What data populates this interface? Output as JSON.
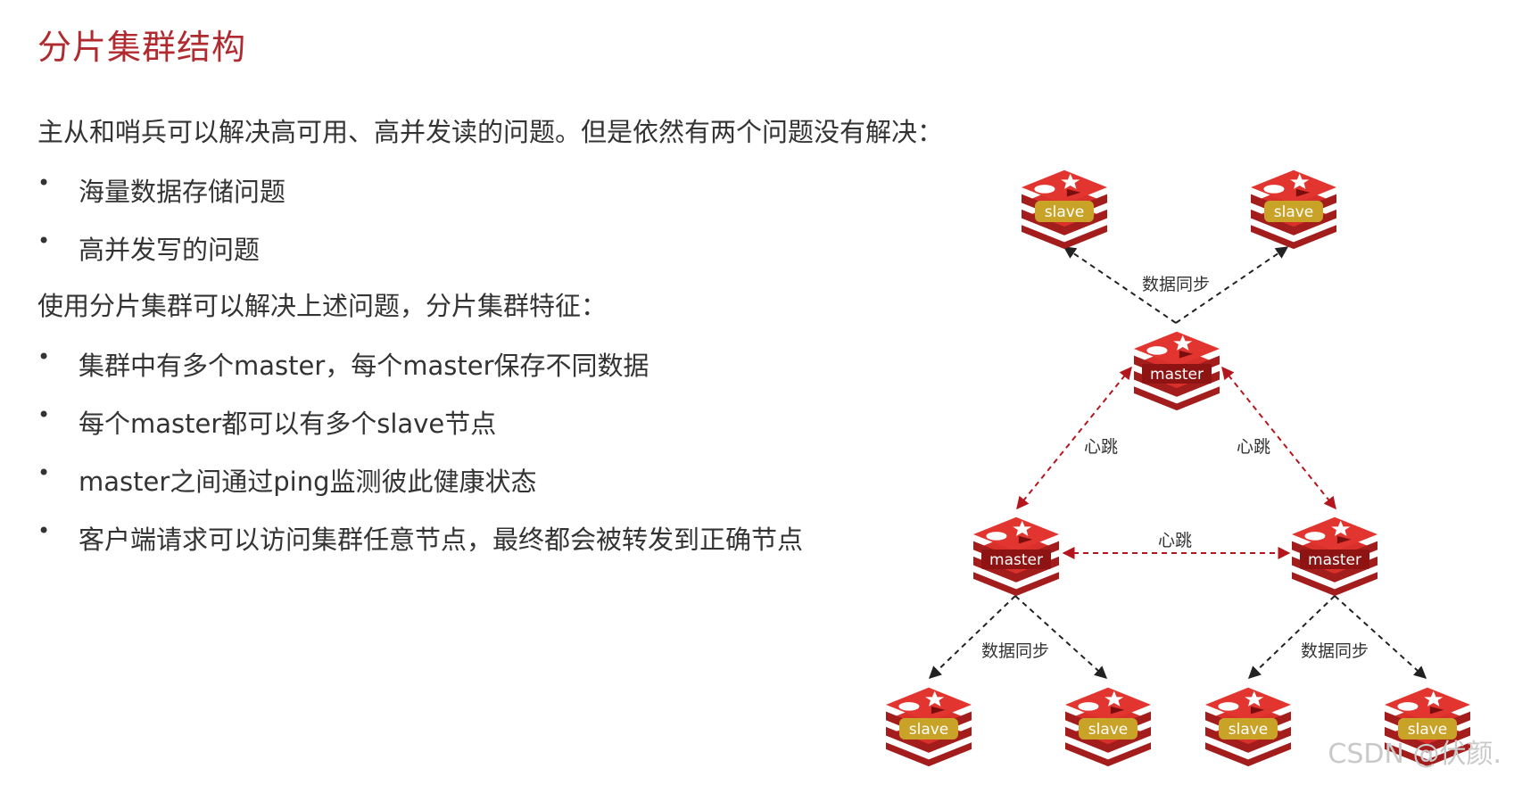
{
  "title": "分片集群结构",
  "intro": "主从和哨兵可以解决高可用、高并发读的问题。但是依然有两个问题没有解决：",
  "problems": [
    "海量数据存储问题",
    "高并发写的问题"
  ],
  "subhead": "使用分片集群可以解决上述问题，分片集群特征：",
  "features": [
    "集群中有多个master，每个master保存不同数据",
    "每个master都可以有多个slave节点",
    "master之间通过ping监测彼此健康状态",
    "客户端请求可以访问集群任意节点，最终都会被转发到正确节点"
  ],
  "diagram": {
    "nodes": {
      "top_slave_left": "slave",
      "top_slave_right": "slave",
      "master_top": "master",
      "master_left": "master",
      "master_right": "master",
      "slave_ll": "slave",
      "slave_lr": "slave",
      "slave_rl": "slave",
      "slave_rr": "slave"
    },
    "labels": {
      "sync_top": "数据同步",
      "heartbeat_left": "心跳",
      "heartbeat_right": "心跳",
      "heartbeat_middle": "心跳",
      "sync_left": "数据同步",
      "sync_right": "数据同步"
    },
    "colors": {
      "heartbeat": "#b5161d",
      "sync": "#222222",
      "node_red": "#d9302b",
      "slave_badge": "#c9a228",
      "master_badge": "#8e1414"
    }
  },
  "watermark": "CSDN @伏颜."
}
